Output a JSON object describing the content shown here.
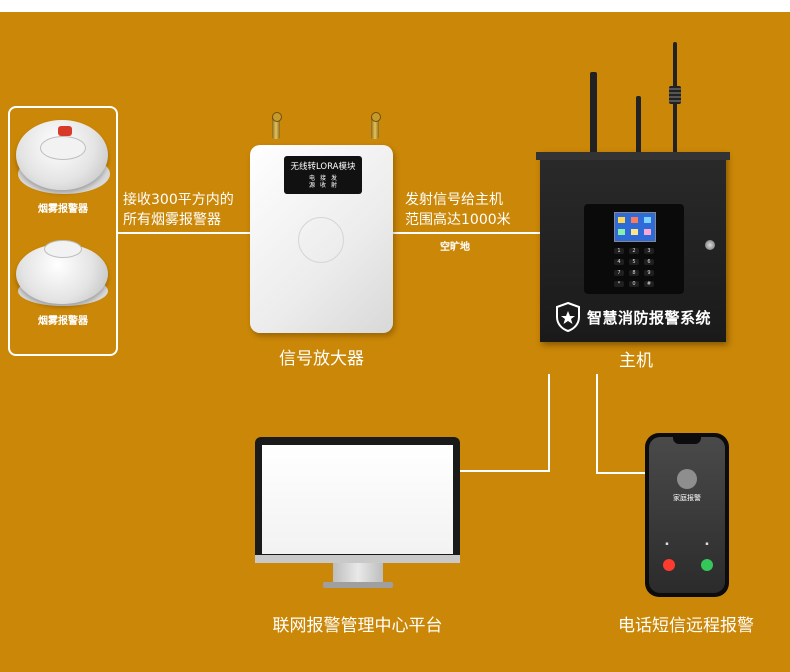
{
  "detectors": {
    "label_top": "烟雾报警器",
    "label_bottom": "烟雾报警器"
  },
  "link_amp": {
    "line1": "接收300平方内的",
    "line2": "所有烟雾报警器"
  },
  "amplifier": {
    "screen_title": "无线转LORA模块",
    "indicators": [
      "电源",
      "接收",
      "发射"
    ],
    "caption": "信号放大器"
  },
  "link_host": {
    "line1": "发射信号给主机",
    "line2": "范围高达1000米",
    "note": "空旷地"
  },
  "host": {
    "brand": "智慧消防报警系统",
    "caption": "主机"
  },
  "platform": {
    "caption": "联网报警管理中心平台"
  },
  "phone": {
    "caller": "家庭报警",
    "caption": "电话短信远程报警"
  },
  "colors": {
    "background": "#cb8707",
    "line": "#ffffff",
    "device_dark": "#1a1a1a",
    "accept_green": "#34c759",
    "decline_red": "#ff3b30"
  }
}
